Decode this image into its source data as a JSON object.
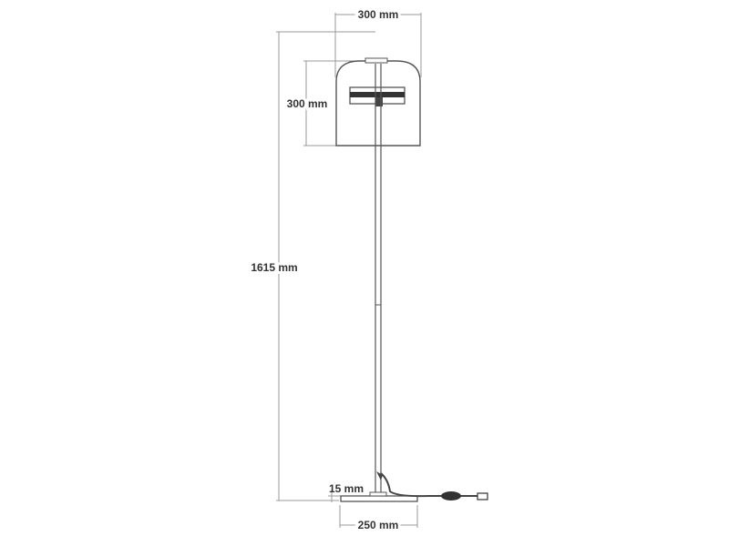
{
  "dimensions": {
    "shade_width": "300 mm",
    "shade_height": "300 mm",
    "total_height": "1615 mm",
    "base_thickness": "15 mm",
    "base_width": "250 mm"
  },
  "colors": {
    "outline": "#555555",
    "dimension_line": "#9a9a9a",
    "text": "#333333"
  }
}
